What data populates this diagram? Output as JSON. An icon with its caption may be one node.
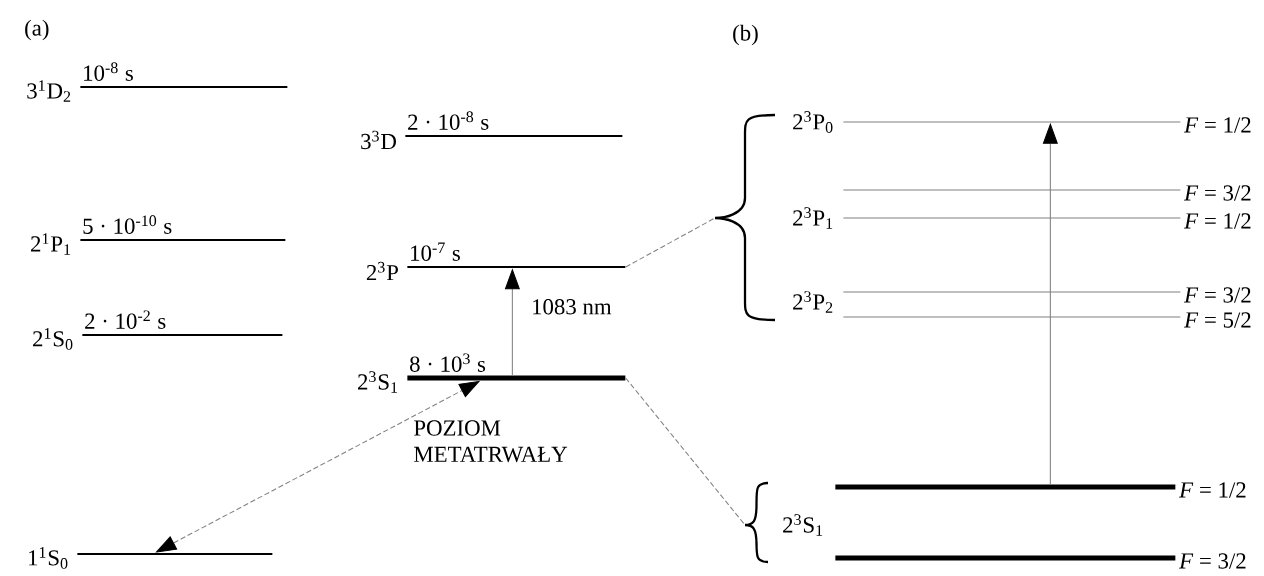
{
  "diagram": {
    "nodes": [
      {
        "text": [
          "3$^{1}$D$_{2}$",
          "10$^{-8}$ s"
        ]
      },
      {
        "text": [
          "2$^{1}$P$_{1}$",
          "5 · 10$^{-10}$ s"
        ]
      },
      {
        "text": [
          "2$^{1}$S$_{0}$",
          "2 · 10$^{-2}$ s"
        ]
      },
      {
        "text": [
          "1$^{1}$S$_{0}$"
        ]
      },
      {
        "text": [
          "3$^{3}$D",
          "2 · 10$^{-8}$ s"
        ]
      },
      {
        "text": [
          "2$^{3}$P",
          "10$^{-7}$ s"
        ]
      },
      {
        "text": [
          "2$^{3}$S$_{1}$",
          "8 · 10$^{3}$ s"
        ],
        "beside": [
          "POZIOM METATRWAŁY"
        ]
      },
      {
        "text": [],
        "shape": "brace"
      },
      {
        "text": [
          "*F* = 1/2"
        ]
      },
      {
        "text": [
          "*F* = 3/2"
        ]
      },
      {
        "text": [
          "*F* = 1/2"
        ]
      },
      {
        "text": [
          "*F* = 3/2"
        ]
      },
      {
        "text": [
          "*F* = 5/2"
        ]
      },
      {
        "text": [],
        "shape": "brace"
      },
      {
        "text": [
          "*F* = 1/2"
        ]
      },
      {
        "text": [
          "*F* = 3/2"
        ]
      }
    ],
    "edges": [
      {
        "from": 3,
        "to": 6,
        "arrow": "both",
        "style": "dashed"
      },
      {
        "from": 6,
        "to": 5,
        "arrow": "to",
        "label": "1083 nm"
      },
      {
        "from": 5,
        "to": 7,
        "arrow": "none",
        "style": "dashed"
      },
      {
        "from": 6,
        "to": 13,
        "arrow": "none",
        "style": "dashed"
      },
      {
        "from": 14,
        "to": 8,
        "arrow": "to"
      }
    ],
    "labels": [
      "(a)",
      "(b)",
      "2$^{3}$P$_{0}$",
      "2$^{3}$P$_{1}$",
      "2$^{3}$P$_{2}$",
      "2$^{3}$S$_{1}$"
    ]
  }
}
